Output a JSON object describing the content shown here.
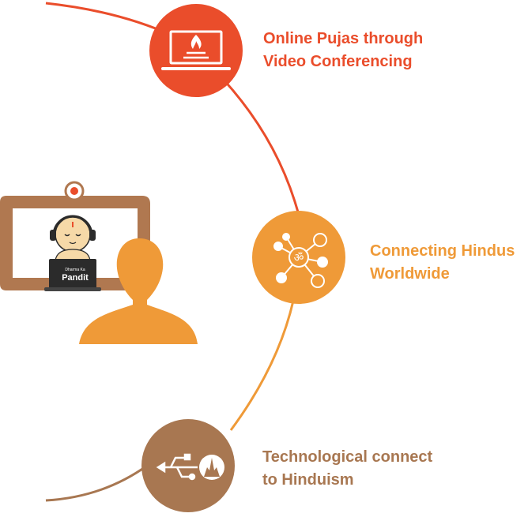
{
  "colors": {
    "red": "#ea4d2b",
    "orange": "#ef9a38",
    "brown": "#a87751",
    "frame_brown": "#b07850",
    "dark": "#2b2b2b",
    "white": "#ffffff"
  },
  "features": [
    {
      "line1": "Online Pujas through",
      "line2": "Video Conferencing",
      "icon": "laptop-fire-icon",
      "color": "#ea4d2b"
    },
    {
      "line1": "Connecting Hindus",
      "line2": "Worldwide",
      "icon": "om-network-icon",
      "color": "#ef9a38"
    },
    {
      "line1": "Technological connect",
      "line2": "to Hinduism",
      "icon": "usb-temple-icon",
      "color": "#a87751"
    }
  ],
  "illustration": {
    "logo_small": "Dharma Ka",
    "logo_big": "Pandit",
    "icons": [
      "video-call-frame-icon",
      "webcam-icon",
      "pandit-avatar-icon",
      "laptop-icon",
      "user-silhouette-icon"
    ]
  }
}
